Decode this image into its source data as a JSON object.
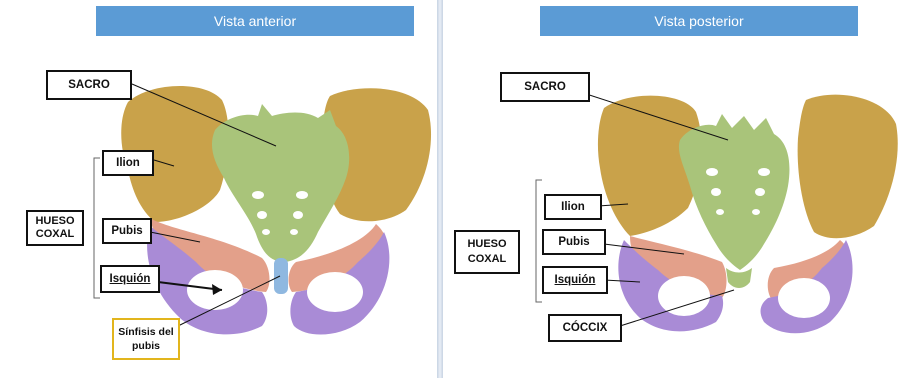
{
  "left_view": {
    "title": "Vista  anterior",
    "labels": {
      "sacro": "SACRO",
      "ilion": "Ilion",
      "hueso_coxal_line1": "HUESO",
      "hueso_coxal_line2": "COXAL",
      "pubis": "Pubis",
      "isquion": "Isquión",
      "sinfisis_line1": "Sínfisis del",
      "sinfisis_line2": "pubis"
    }
  },
  "right_view": {
    "title": "Vista  posterior",
    "labels": {
      "sacro": "SACRO",
      "ilion": "Ilion",
      "hueso_coxal_line1": "HUESO",
      "hueso_coxal_line2": "COXAL",
      "pubis": "Pubis",
      "isquion": "Isquión",
      "coccix": "CÓCCIX"
    }
  },
  "colors": {
    "header": "#5b9bd5",
    "ilion": "#c9a24a",
    "sacro": "#a9c47a",
    "pubis": "#e3a08a",
    "isquion": "#a98bd6",
    "symphysis": "#8fb8e0",
    "callout_border_highlight": "#e2b51d"
  }
}
